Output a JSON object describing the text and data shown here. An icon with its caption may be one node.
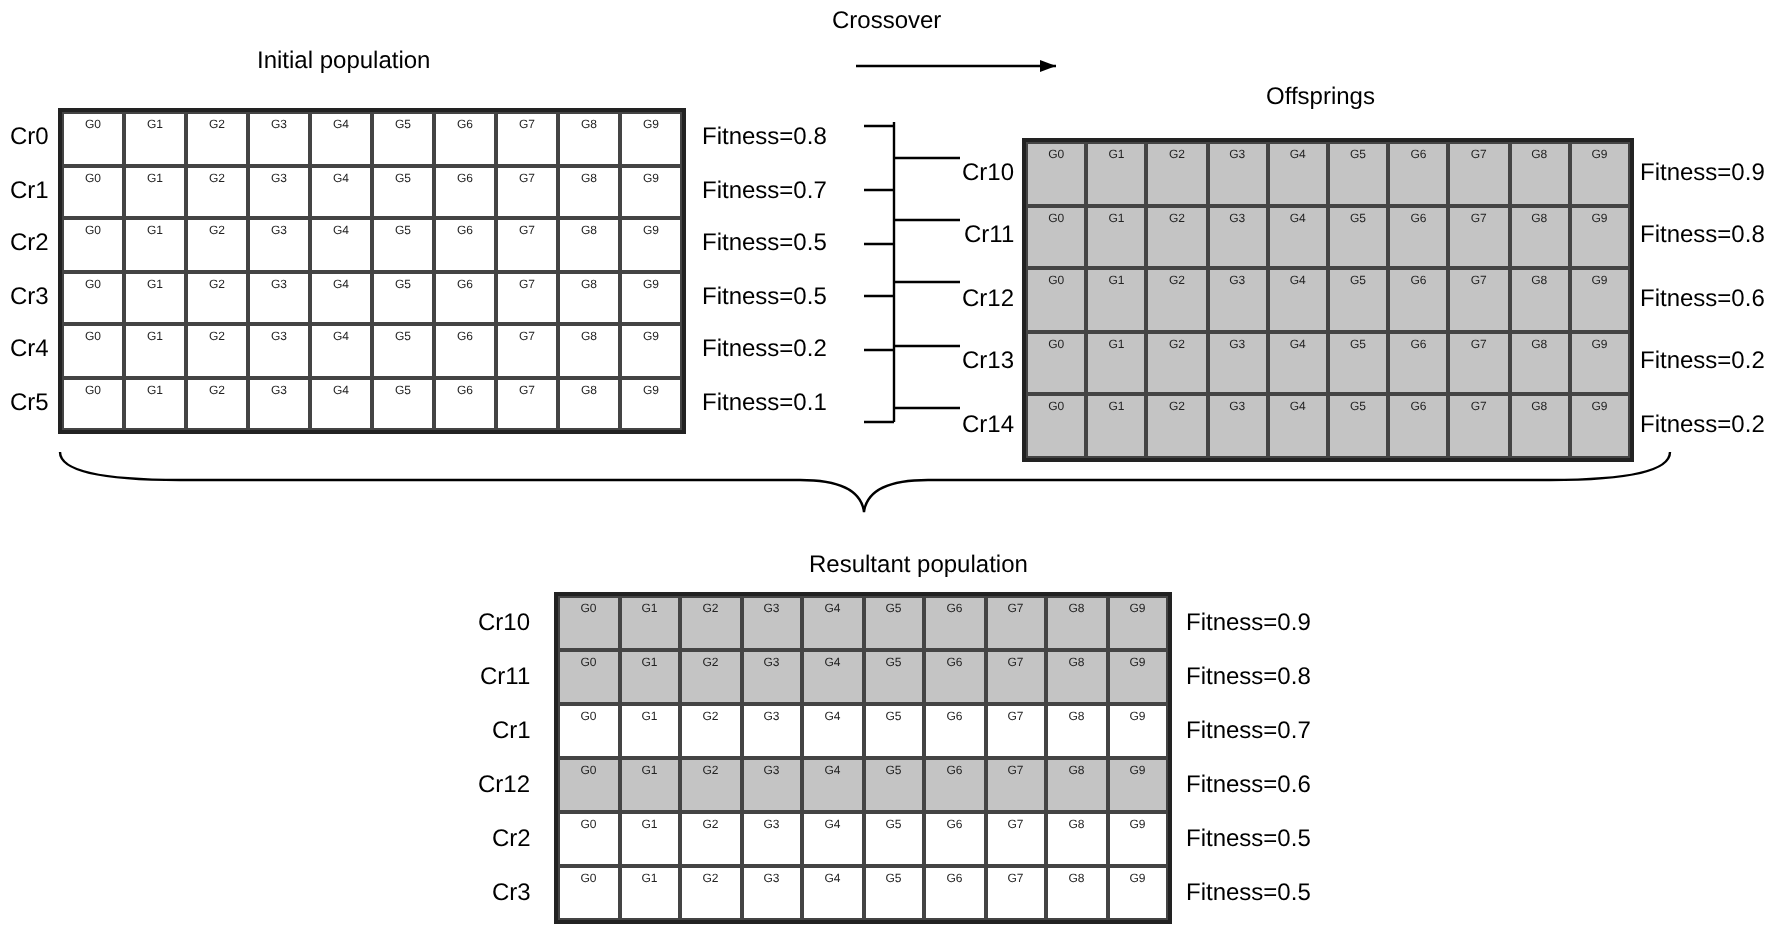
{
  "diagram": {
    "labels": [
      "Initial population",
      "Crossover",
      "Offsprings",
      "Cr0",
      "G0",
      "G1",
      "G2",
      "G3",
      "G4",
      "G5",
      "G6",
      "G7",
      "G8",
      "G9",
      "Fitness=0.8",
      "Cr1",
      "G0",
      "G1",
      "G2",
      "G3",
      "G4",
      "G5",
      "G6",
      "G7",
      "G8",
      "G9",
      "Fitness=0.7",
      "Cr2",
      "G0",
      "G1",
      "G2",
      "G3",
      "G4",
      "G5",
      "G6",
      "G7",
      "G8",
      "G9",
      "Fitness=0.5",
      "Cr3",
      "G0",
      "G1",
      "G2",
      "G3",
      "G4",
      "G5",
      "G6",
      "G7",
      "G8",
      "G9",
      "Fitness=0.5",
      "Cr4",
      "G0",
      "G1",
      "G2",
      "G3",
      "G4",
      "G5",
      "G6",
      "G7",
      "G8",
      "G9",
      "Fitness=0.2",
      "Cr5",
      "G0",
      "G1",
      "G2",
      "G3",
      "G4",
      "G5",
      "G6",
      "G7",
      "G8",
      "G9",
      "Fitness=0.1",
      "Cr10",
      "G0",
      "G1",
      "G2",
      "G3",
      "G4",
      "G5",
      "G6",
      "G7",
      "G8",
      "G9",
      "Fitness=0.9",
      "Cr11",
      "G0",
      "G1",
      "G2",
      "G3",
      "G4",
      "G5",
      "G6",
      "G7",
      "G8",
      "G9",
      "Fitness=0.8",
      "Cr12",
      "G0",
      "G1",
      "G2",
      "G3",
      "G4",
      "G5",
      "G6",
      "G7",
      "G8",
      "G9",
      "Fitness=0.6",
      "Cr13",
      "G0",
      "G1",
      "G2",
      "G3",
      "G4",
      "G5",
      "G6",
      "G7",
      "G8",
      "G9",
      "Fitness=0.2",
      "Cr14",
      "G0",
      "G1",
      "G2",
      "G3",
      "G4",
      "G5",
      "G6",
      "G7",
      "G8",
      "G9",
      "Fitness=0.2",
      "Resultant population",
      "Cr10",
      "G0",
      "G1",
      "G2",
      "G3",
      "G4",
      "G5",
      "G6",
      "G7",
      "G8",
      "G9",
      "Fitness=0.9",
      "Cr11",
      "G0",
      "G1",
      "G2",
      "G3",
      "G4",
      "G5",
      "G6",
      "G7",
      "G8",
      "G9",
      "Fitness=0.8",
      "Cr1",
      "G0",
      "G1",
      "G2",
      "G3",
      "G4",
      "G5",
      "G6",
      "G7",
      "G8",
      "G9",
      "Fitness=0.7",
      "Cr12",
      "G0",
      "G1",
      "G2",
      "G3",
      "G4",
      "G5",
      "G6",
      "G7",
      "G8",
      "G9",
      "Fitness=0.6",
      "Cr2",
      "G0",
      "G1",
      "G2",
      "G3",
      "G4",
      "G5",
      "G6",
      "G7",
      "G8",
      "G9",
      "Fitness=0.5",
      "Cr3",
      "G0",
      "G1",
      "G2",
      "G3",
      "G4",
      "G5",
      "G6",
      "G7",
      "G8",
      "G9",
      "Fitness=0.5"
    ]
  }
}
